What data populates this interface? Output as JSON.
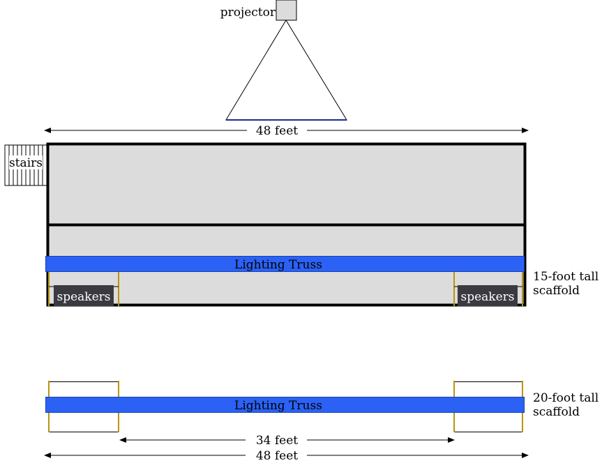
{
  "labels": {
    "projector": "projector",
    "stairs": "stairs",
    "width_top": "48 feet",
    "truss_top": "Lighting Truss",
    "speakers_left": "speakers",
    "speakers_right": "speakers",
    "scaffold_15_line1": "15-foot tall",
    "scaffold_15_line2": "scaffold",
    "truss_bottom": "Lighting Truss",
    "scaffold_20_line1": "20-foot tall",
    "scaffold_20_line2": "scaffold",
    "width_inner": "34 feet",
    "width_bottom": "48 feet"
  },
  "colors": {
    "stage_fill": "#dcdcdc",
    "truss": "#2b62f5",
    "scaffold_post": "#b8950f",
    "speaker_fill": "#3a3a40",
    "screen_line": "#1d2a8c"
  }
}
